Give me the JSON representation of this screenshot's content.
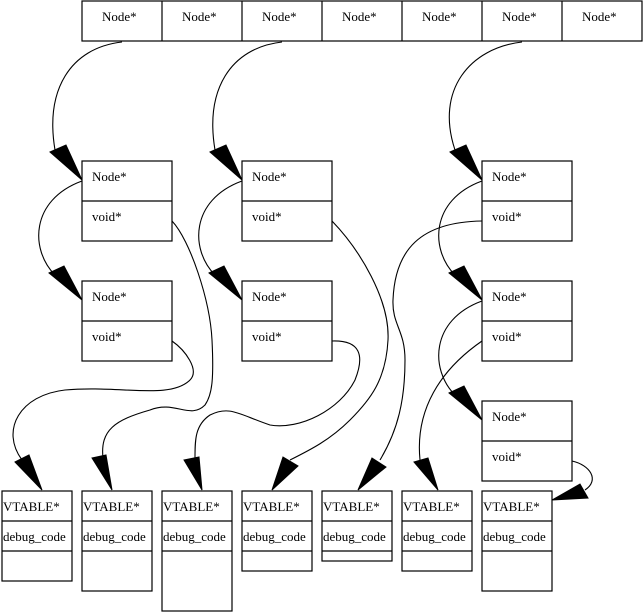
{
  "diagram": {
    "type": "graphviz-record-graph",
    "array": {
      "cells": [
        "Node*",
        "Node*",
        "Node*",
        "Node*",
        "Node*",
        "Node*",
        "Node*"
      ]
    },
    "nodes": [
      {
        "id": "n1",
        "fields": [
          "Node*",
          "void*"
        ]
      },
      {
        "id": "n2",
        "fields": [
          "Node*",
          "void*"
        ]
      },
      {
        "id": "n3",
        "fields": [
          "Node*",
          "void*"
        ]
      },
      {
        "id": "n4",
        "fields": [
          "Node*",
          "void*"
        ]
      },
      {
        "id": "n5",
        "fields": [
          "Node*",
          "void*"
        ]
      },
      {
        "id": "n6",
        "fields": [
          "Node*",
          "void*"
        ]
      },
      {
        "id": "n7",
        "fields": [
          "Node*",
          "void*"
        ]
      }
    ],
    "objects": [
      {
        "id": "o1",
        "fields": [
          "VTABLE*",
          "debug_code",
          ""
        ]
      },
      {
        "id": "o2",
        "fields": [
          "VTABLE*",
          "debug_code",
          ""
        ]
      },
      {
        "id": "o3",
        "fields": [
          "VTABLE*",
          "debug_code",
          ""
        ]
      },
      {
        "id": "o4",
        "fields": [
          "VTABLE*",
          "debug_code",
          ""
        ]
      },
      {
        "id": "o5",
        "fields": [
          "VTABLE*",
          "debug_code",
          ""
        ]
      },
      {
        "id": "o6",
        "fields": [
          "VTABLE*",
          "debug_code",
          ""
        ]
      },
      {
        "id": "o7",
        "fields": [
          "VTABLE*",
          "debug_code",
          ""
        ]
      }
    ],
    "edges": [
      {
        "from": "array.0",
        "to": "n1.Node*"
      },
      {
        "from": "array.2",
        "to": "n3.Node*"
      },
      {
        "from": "array.5",
        "to": "n5.Node*"
      },
      {
        "from": "n1.Node*",
        "to": "n2"
      },
      {
        "from": "n3.Node*",
        "to": "n4"
      },
      {
        "from": "n5.Node*",
        "to": "n6"
      },
      {
        "from": "n6.Node*",
        "to": "n7"
      },
      {
        "from": "n1.void*",
        "to": "o2"
      },
      {
        "from": "n2.void*",
        "to": "o1"
      },
      {
        "from": "n3.void*",
        "to": "o4"
      },
      {
        "from": "n4.void*",
        "to": "o3"
      },
      {
        "from": "n5.void*",
        "to": "o5"
      },
      {
        "from": "n6.void*",
        "to": "o6"
      },
      {
        "from": "n7.void*",
        "to": "o7"
      }
    ]
  }
}
